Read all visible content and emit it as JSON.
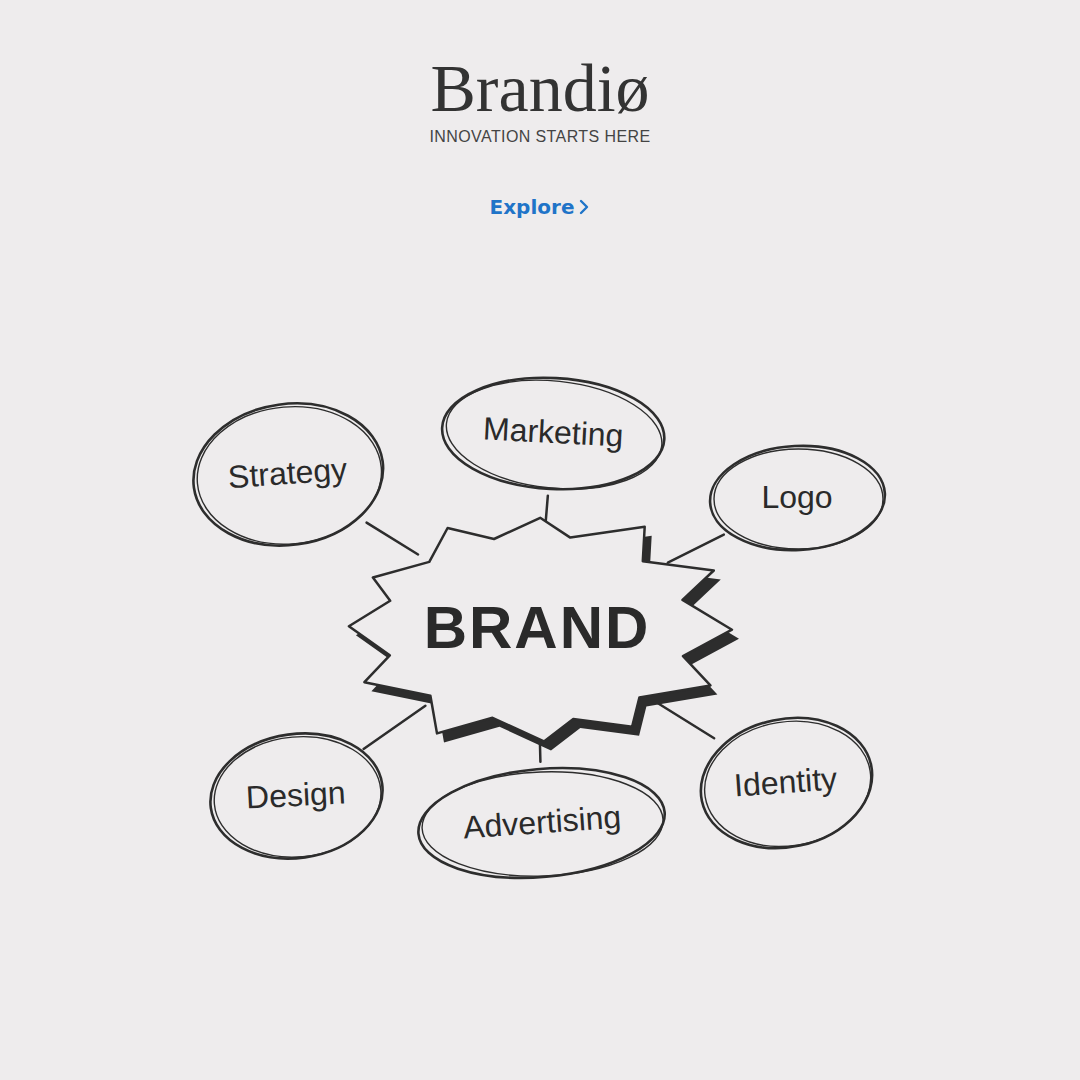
{
  "diagram": {
    "title": "Brandiø",
    "nodes": [
      {
        "text": [
          "Strategy"
        ]
      },
      {
        "text": [
          "Marketing"
        ]
      },
      {
        "text": [
          "Logo"
        ]
      },
      {
        "text": [
          "BRAND"
        ]
      },
      {
        "text": [
          "Design"
        ]
      },
      {
        "text": [
          "Advertising"
        ]
      },
      {
        "text": [
          "Identity"
        ]
      }
    ],
    "edges": [
      {
        "from": 3,
        "to": 0,
        "arrow": "none"
      },
      {
        "from": 3,
        "to": 1,
        "arrow": "none"
      },
      {
        "from": 3,
        "to": 2,
        "arrow": "none"
      },
      {
        "from": 3,
        "to": 4,
        "arrow": "none"
      },
      {
        "from": 3,
        "to": 5,
        "arrow": "none"
      },
      {
        "from": 3,
        "to": 6,
        "arrow": "none"
      }
    ],
    "labels": [
      "INNOVATION STARTS HERE",
      "Explore"
    ]
  }
}
